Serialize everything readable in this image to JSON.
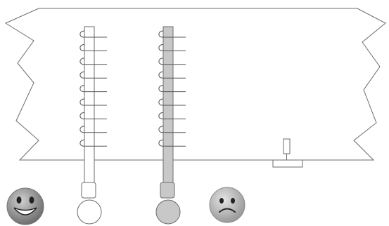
{
  "scene": {
    "description_type": "two-rod mechanism diagram with emoji indicators",
    "colors": {
      "background": "#ffffff",
      "outline": "#6b6b6b",
      "rod_highlight": "#c8c8c8",
      "hook_stroke": "#555555",
      "smiley_fill": "#8d8d8d",
      "sad_fill": "#b8b8b8",
      "bulb_gray": "#c8c8c8"
    },
    "rods": [
      {
        "name": "left-rod",
        "state": "unfilled",
        "hook_count": 9
      },
      {
        "name": "right-rod",
        "state": "filled",
        "hook_count": 9
      }
    ],
    "indicators": [
      {
        "name": "happy-face-icon",
        "mood": "happy"
      },
      {
        "name": "sad-face-icon",
        "mood": "sad"
      }
    ]
  }
}
